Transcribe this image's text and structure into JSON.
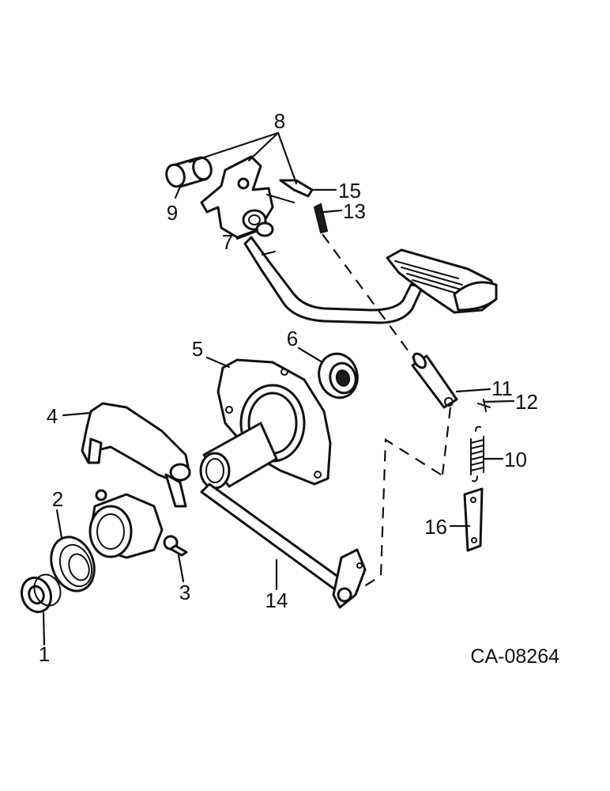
{
  "diagram": {
    "callouts": [
      {
        "id": "1",
        "label": "1"
      },
      {
        "id": "2",
        "label": "2"
      },
      {
        "id": "3",
        "label": "3"
      },
      {
        "id": "4",
        "label": "4"
      },
      {
        "id": "5",
        "label": "5"
      },
      {
        "id": "6",
        "label": "6"
      },
      {
        "id": "7",
        "label": "7"
      },
      {
        "id": "8",
        "label": "8"
      },
      {
        "id": "9",
        "label": "9"
      },
      {
        "id": "10",
        "label": "10"
      },
      {
        "id": "11",
        "label": "11"
      },
      {
        "id": "12",
        "label": "12"
      },
      {
        "id": "13",
        "label": "13"
      },
      {
        "id": "14",
        "label": "14"
      },
      {
        "id": "15",
        "label": "15"
      },
      {
        "id": "16",
        "label": "16"
      }
    ],
    "drawing_code": "CA-08264"
  }
}
